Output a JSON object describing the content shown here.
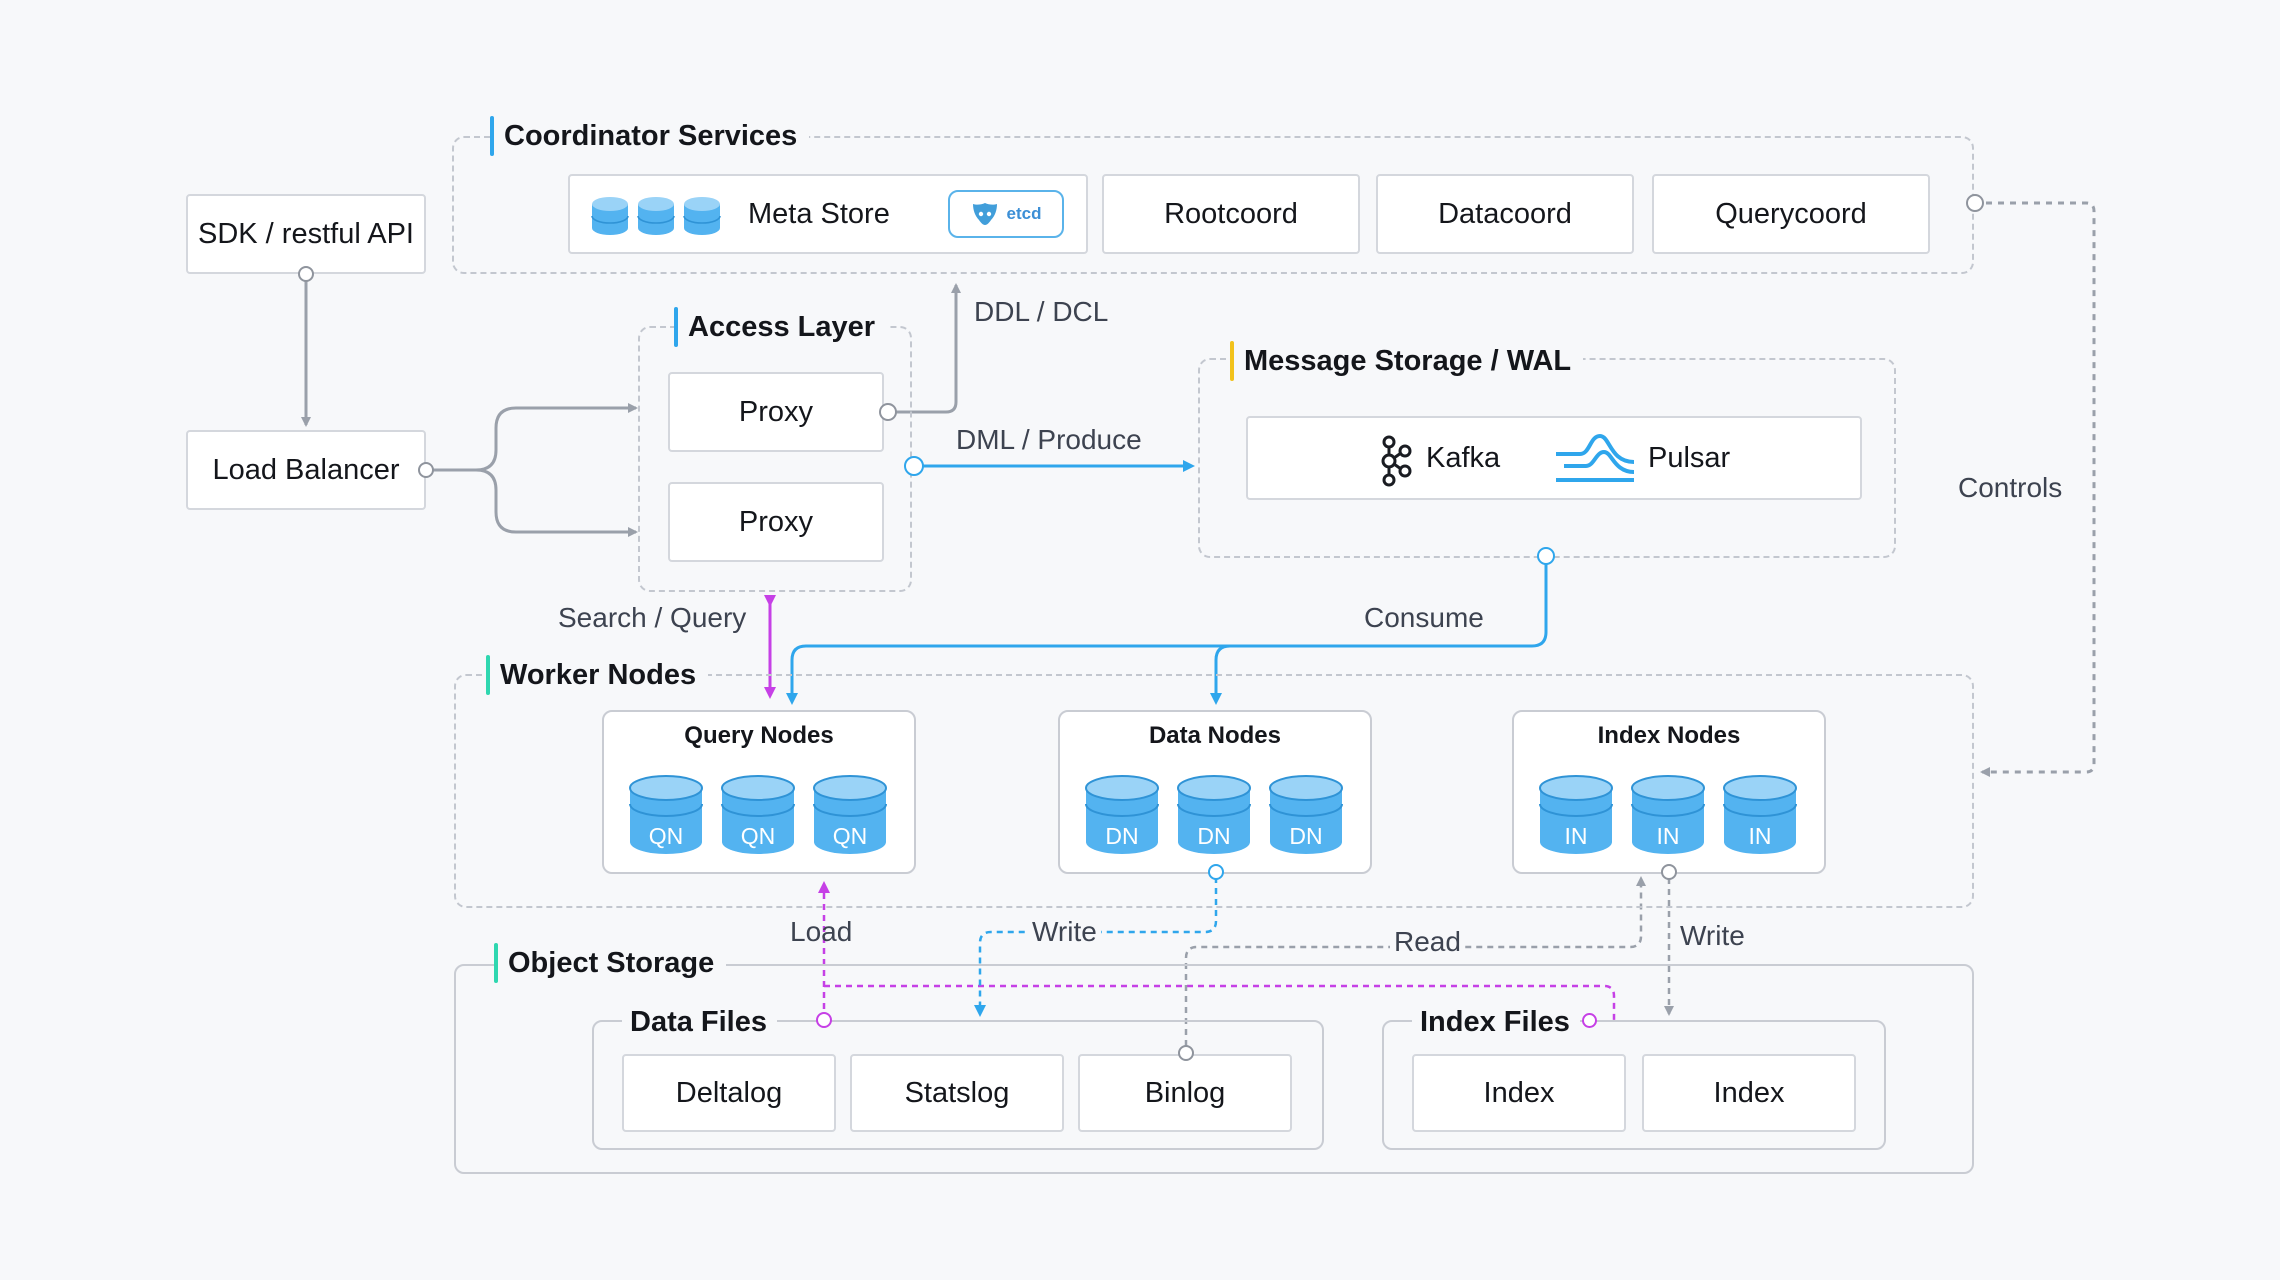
{
  "sdk": "SDK / restful API",
  "load_balancer": "Load Balancer",
  "coordinator": {
    "title": "Coordinator Services",
    "meta_store": "Meta Store",
    "etcd": "etcd",
    "rootcoord": "Rootcoord",
    "datacoord": "Datacoord",
    "querycoord": "Querycoord"
  },
  "access": {
    "title": "Access Layer",
    "proxy1": "Proxy",
    "proxy2": "Proxy"
  },
  "message": {
    "title": "Message Storage / WAL",
    "kafka": "Kafka",
    "pulsar": "Pulsar"
  },
  "worker": {
    "title": "Worker Nodes",
    "query_nodes": {
      "title": "Query Nodes",
      "items": [
        "QN",
        "QN",
        "QN"
      ]
    },
    "data_nodes": {
      "title": "Data Nodes",
      "items": [
        "DN",
        "DN",
        "DN"
      ]
    },
    "index_nodes": {
      "title": "Index Nodes",
      "items": [
        "IN",
        "IN",
        "IN"
      ]
    }
  },
  "object": {
    "title": "Object Storage",
    "data_files": {
      "title": "Data Files",
      "items": [
        "Deltalog",
        "Statslog",
        "Binlog"
      ]
    },
    "index_files": {
      "title": "Index Files",
      "items": [
        "Index",
        "Index"
      ]
    }
  },
  "labels": {
    "ddl": "DDL / DCL",
    "dml": "DML / Produce",
    "search": "Search / Query",
    "consume": "Consume",
    "controls": "Controls",
    "load": "Load",
    "write_data": "Write",
    "read": "Read",
    "write_index": "Write"
  },
  "colors": {
    "accent_blue": "#2fa6ec",
    "accent_magenta": "#c640e6",
    "accent_yellow": "#f2c21b",
    "accent_green": "#2fd7b0",
    "line_gray": "#9aa0aa",
    "db_fill": "#53b3f0"
  },
  "icons": {
    "meta_store": "database-icon",
    "etcd": "etcd-icon",
    "kafka": "kafka-icon",
    "pulsar": "pulsar-icon",
    "nodes": "database-icon"
  }
}
